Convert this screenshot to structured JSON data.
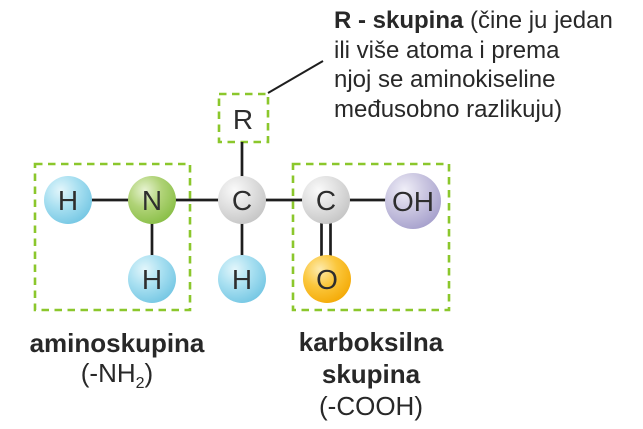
{
  "r_group_note": {
    "title": "R - skupina",
    "line1_rest": " (čine ju jedan",
    "line2": "ili više atoma i prema",
    "line3": "njoj se aminokiseline",
    "line4": "međusobno razlikuju)"
  },
  "groups": {
    "amino": {
      "name": "aminoskupina",
      "formula_prefix": "(-NH",
      "formula_sub": "2",
      "formula_suffix": ")"
    },
    "carboxyl": {
      "name_line1": "karboksilna",
      "name_line2": "skupina",
      "formula": "(-COOH)"
    },
    "r": {
      "symbol": "R"
    }
  },
  "atoms": {
    "h1": "H",
    "n": "N",
    "h2": "H",
    "c_alpha": "C",
    "h_alpha": "H",
    "c_carboxyl": "C",
    "o": "O",
    "oh": "OH"
  },
  "colors": {
    "hydrogen_blue": "#7EC9E5",
    "nitrogen_green": "#9CC95B",
    "carbon_gray": "#D6D6D6",
    "oxygen_orange": "#F7B013",
    "hydroxyl_purple": "#B0AAD4",
    "group_box_green": "#8BC72C",
    "bond_black": "#1E1E1E",
    "text_dark": "#282828"
  }
}
